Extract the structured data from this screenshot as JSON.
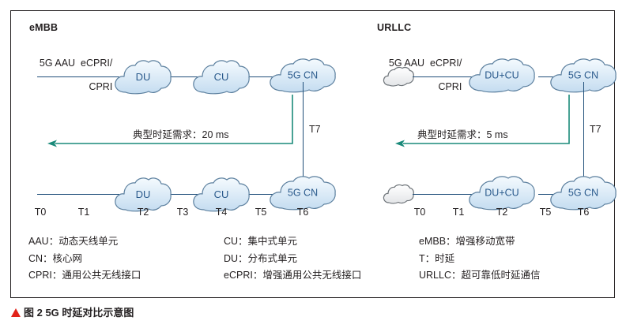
{
  "caption": {
    "marker": "red-triangle",
    "text": "图 2  5G 时延对比示意图"
  },
  "panels": {
    "left": {
      "title": "eMBB",
      "interface_label_line1": "5G AAU  eCPRI/",
      "interface_label_line2": "CPRI",
      "latency_note": "典型时延需求：20 ms",
      "t7_label": "T7",
      "top_nodes": [
        "DU",
        "CU",
        "5G CN"
      ],
      "bottom_nodes": [
        "DU",
        "CU",
        "5G CN"
      ],
      "t_labels": [
        "T0",
        "T1",
        "T2",
        "T3",
        "T4",
        "T5",
        "T6"
      ]
    },
    "right": {
      "title": "URLLC",
      "interface_label_line1": "5G AAU  eCPRI/",
      "interface_label_line2": "CPRI",
      "latency_note": "典型时延需求：5 ms",
      "t7_label": "T7",
      "top_nodes": [
        "DU+CU",
        "5G CN"
      ],
      "bottom_nodes": [
        "DU+CU",
        "5G CN"
      ],
      "t_labels": [
        "T0",
        "T1",
        "T2",
        "T5",
        "T6"
      ]
    }
  },
  "legend": {
    "column1": [
      "AAU：动态天线单元",
      "CN：核心网",
      "CPRI：通用公共无线接口"
    ],
    "column2": [
      "CU：集中式单元",
      "DU：分布式单元",
      "eCPRI：增强通用公共无线接口"
    ],
    "column3": [
      "eMBB：增强移动宽带",
      "T：时延",
      "URLLC：超可靠低时延通信"
    ]
  },
  "colors": {
    "line_blue": "#1f4e79",
    "cloud_fill_light": "#eaf3fb",
    "cloud_fill_deep": "#bcd9ef",
    "cloud_stroke": "#5b7f9e",
    "cloud_text": "#2a5a8c",
    "latency_teal": "#1a8a7a",
    "caption_red": "#e2231a",
    "border": "#231f20"
  }
}
